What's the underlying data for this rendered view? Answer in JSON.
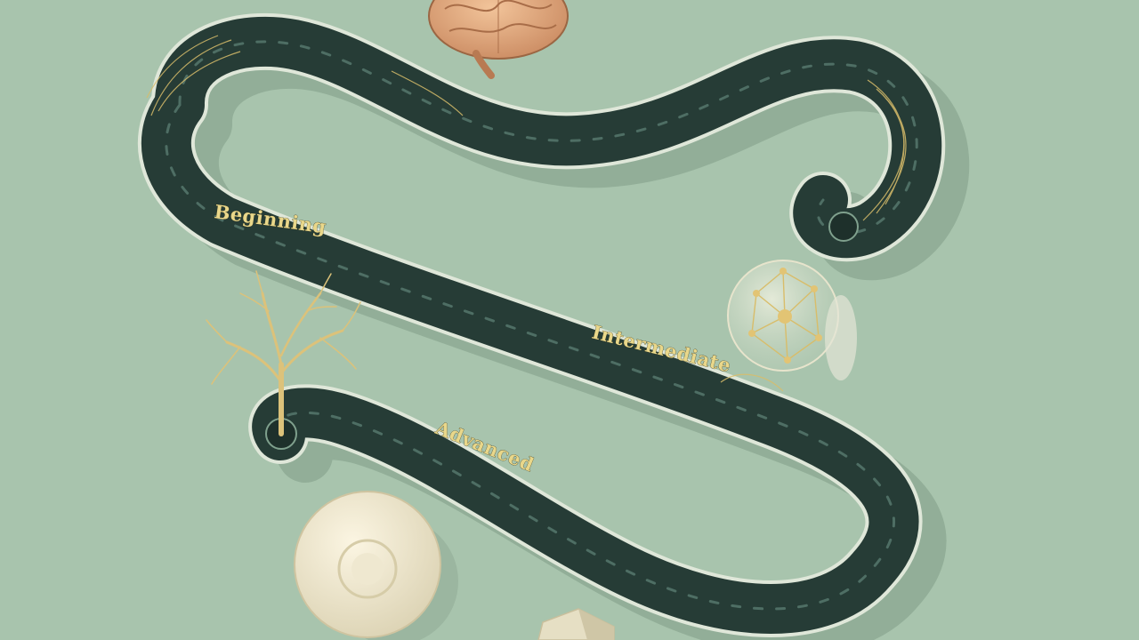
{
  "scene": {
    "background_color": "#a8c4ad",
    "road_color": "#263c36",
    "road_dash_color": "#4e6e64",
    "accent_gold": "#d8bd6a"
  },
  "labels": {
    "beginning": "Beginning",
    "intermediate": "Intermediate",
    "advanced": "Advanced"
  },
  "icons": [
    "brain-icon",
    "tree-icon",
    "network-sphere-icon",
    "disc-icon",
    "block-icon"
  ]
}
